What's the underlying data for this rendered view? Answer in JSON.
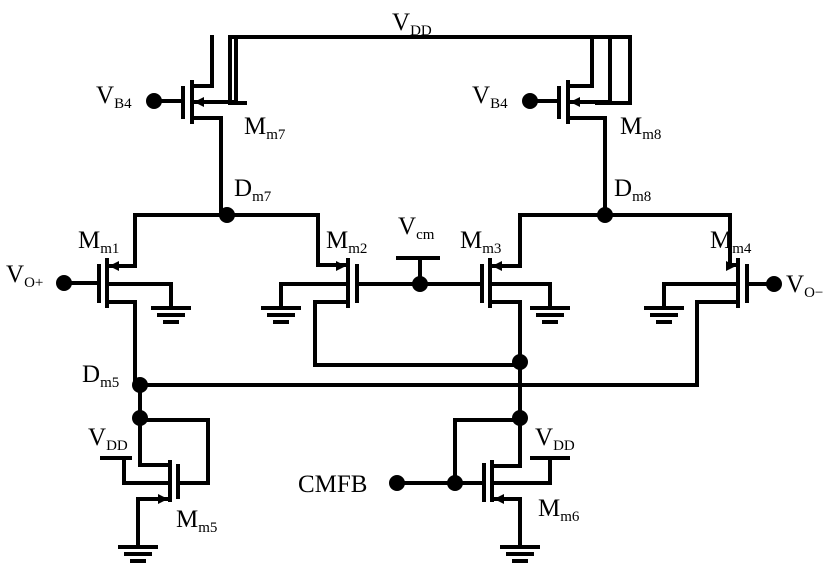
{
  "labels": {
    "vdd_top": {
      "main": "V",
      "sub": "DD"
    },
    "vb4_left": {
      "main": "V",
      "sub": "B4"
    },
    "vb4_right": {
      "main": "V",
      "sub": "B4"
    },
    "mm7": {
      "main": "M",
      "sub": "m7"
    },
    "mm8": {
      "main": "M",
      "sub": "m8"
    },
    "dm7": {
      "main": "D",
      "sub": "m7"
    },
    "dm8": {
      "main": "D",
      "sub": "m8"
    },
    "mm1": {
      "main": "M",
      "sub": "m1"
    },
    "mm2": {
      "main": "M",
      "sub": "m2"
    },
    "mm3": {
      "main": "M",
      "sub": "m3"
    },
    "mm4": {
      "main": "M",
      "sub": "m4"
    },
    "vcm": {
      "main": "V",
      "sub": "cm"
    },
    "vo_plus": {
      "main": "V",
      "sub": "O+"
    },
    "vo_minus": {
      "main": "V",
      "sub": "O−"
    },
    "dm5": {
      "main": "D",
      "sub": "m5"
    },
    "vdd_left": {
      "main": "V",
      "sub": "DD"
    },
    "vdd_right": {
      "main": "V",
      "sub": "DD"
    },
    "mm5": {
      "main": "M",
      "sub": "m5"
    },
    "mm6": {
      "main": "M",
      "sub": "m6"
    },
    "cmfb": "CMFB"
  }
}
